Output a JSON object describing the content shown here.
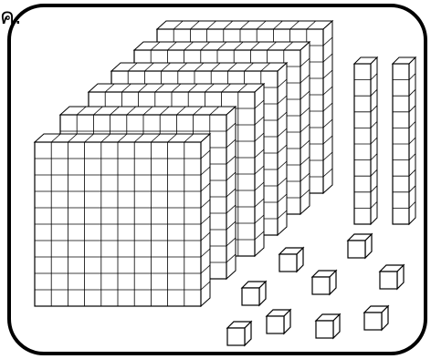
{
  "label": "ค.",
  "colors": {
    "stroke": "#000000",
    "fill": "#ffffff",
    "frame": "#000000"
  },
  "icons": {
    "flat": "base-ten-flat-icon",
    "rod": "base-ten-rod-icon",
    "unit": "base-ten-unit-cube-icon"
  },
  "counts": {
    "flats": 6,
    "rods": 2,
    "units": 9
  }
}
